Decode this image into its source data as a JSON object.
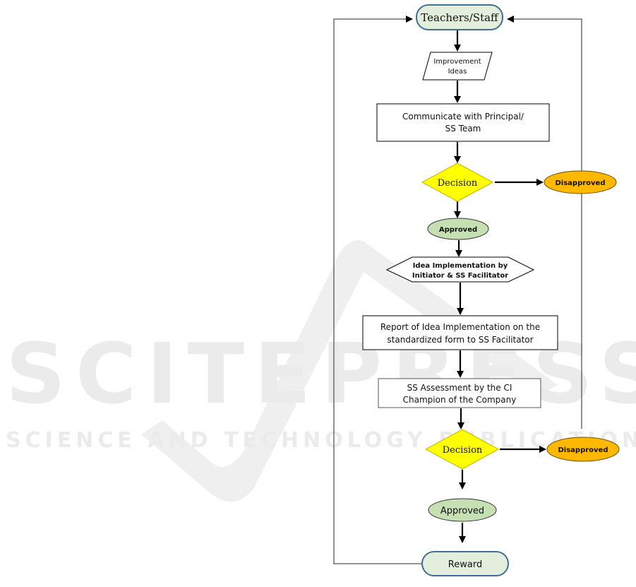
{
  "watermark": {
    "main": "SCITEPRESS",
    "sub": "SCIENCE AND TECHNOLOGY PUBLICATIONS"
  },
  "colors": {
    "terminal_fill": "#e3eedc",
    "terminal_stroke": "#3f6f98",
    "approved_fill": "#c6e0b4",
    "disapproved_fill": "#ffb800",
    "decision_fill": "#ffff00",
    "decision_stroke": "#c8b400",
    "watermark": "#ebebeb"
  },
  "flowchart": {
    "start": "Teachers/Staff",
    "input": [
      "Improvement",
      "Ideas"
    ],
    "communicate": [
      "Communicate with Principal/",
      "SS Team"
    ],
    "decision1": "Decision",
    "disapproved1": "Disapproved",
    "approved1": "Approved",
    "implementation": [
      "Idea Implementation by",
      "Initiator & SS Facilitator"
    ],
    "report": [
      "Report of Idea Implementation on the",
      "standardized form to SS Facilitator"
    ],
    "assessment": [
      "SS Assessment by the CI",
      "Champion of the Company"
    ],
    "decision2": "Decision",
    "disapproved2": "Disapproved",
    "approved2": "Approved",
    "end": "Reward"
  }
}
